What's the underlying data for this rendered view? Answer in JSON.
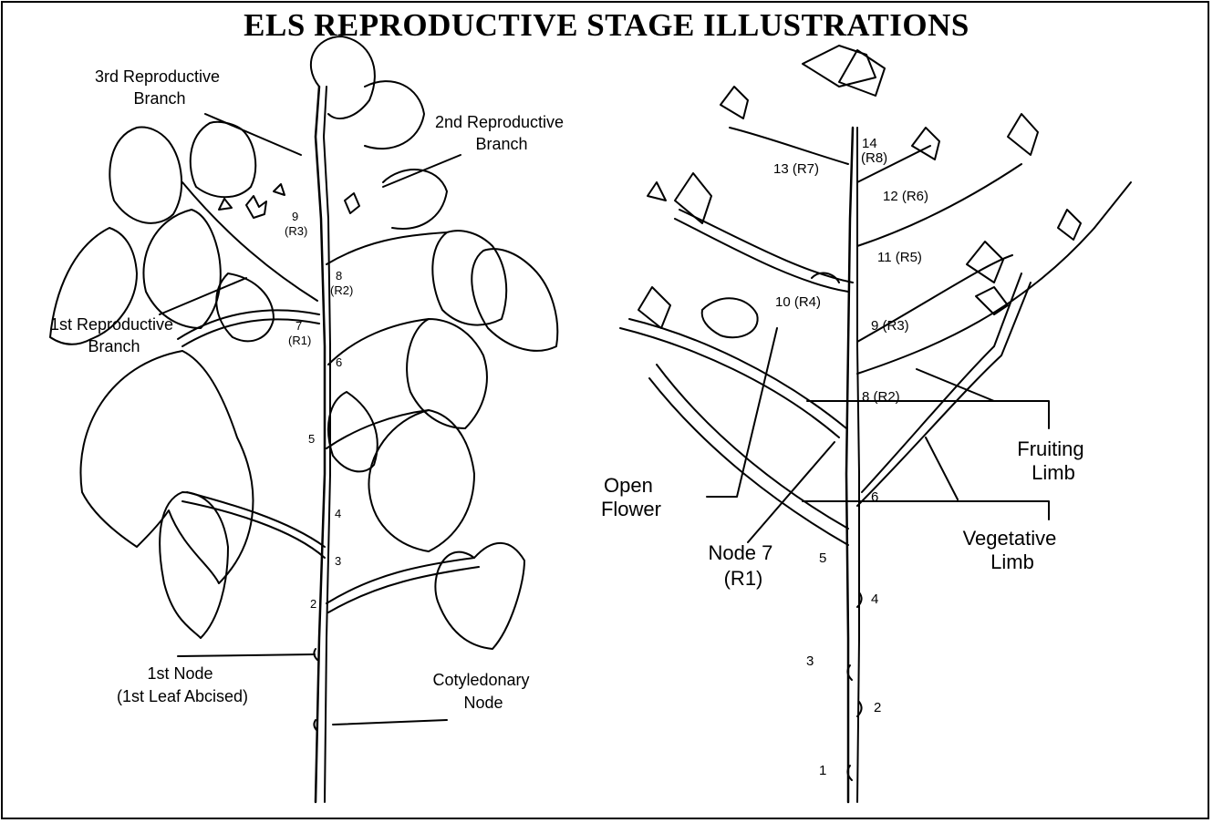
{
  "title": "ELS REPRODUCTIVE STAGE ILLUSTRATIONS",
  "left_plant": {
    "callouts": [
      {
        "id": "third-branch",
        "lines": [
          "3rd Reproductive",
          "Branch"
        ]
      },
      {
        "id": "second-branch",
        "lines": [
          "2nd Reproductive",
          "Branch"
        ]
      },
      {
        "id": "first-branch",
        "lines": [
          "1st Reproductive",
          "Branch"
        ]
      },
      {
        "id": "first-node",
        "lines": [
          "1st Node",
          "(1st Leaf Abcised)"
        ]
      },
      {
        "id": "cotyledonary-node",
        "lines": [
          "Cotyledonary",
          "Node"
        ]
      }
    ],
    "node_labels": [
      "9",
      "(R3)",
      "8",
      "(R2)",
      "7",
      "(R1)",
      "6",
      "5",
      "4",
      "3",
      "2"
    ]
  },
  "right_plant": {
    "callouts": [
      {
        "id": "fruiting-limb",
        "lines": [
          "Fruiting",
          "Limb"
        ]
      },
      {
        "id": "open-flower",
        "lines": [
          "Open",
          "Flower"
        ]
      },
      {
        "id": "vegetative-limb",
        "lines": [
          "Vegetative",
          "Limb"
        ]
      },
      {
        "id": "node-7",
        "lines": [
          "Node 7",
          "(R1)"
        ]
      }
    ],
    "node_labels": [
      "14",
      "(R8)",
      "13 (R7)",
      "12 (R6)",
      "11 (R5)",
      "10 (R4)",
      "9 (R3)",
      "8 (R2)",
      "6",
      "5",
      "4",
      "3",
      "2",
      "1"
    ]
  }
}
